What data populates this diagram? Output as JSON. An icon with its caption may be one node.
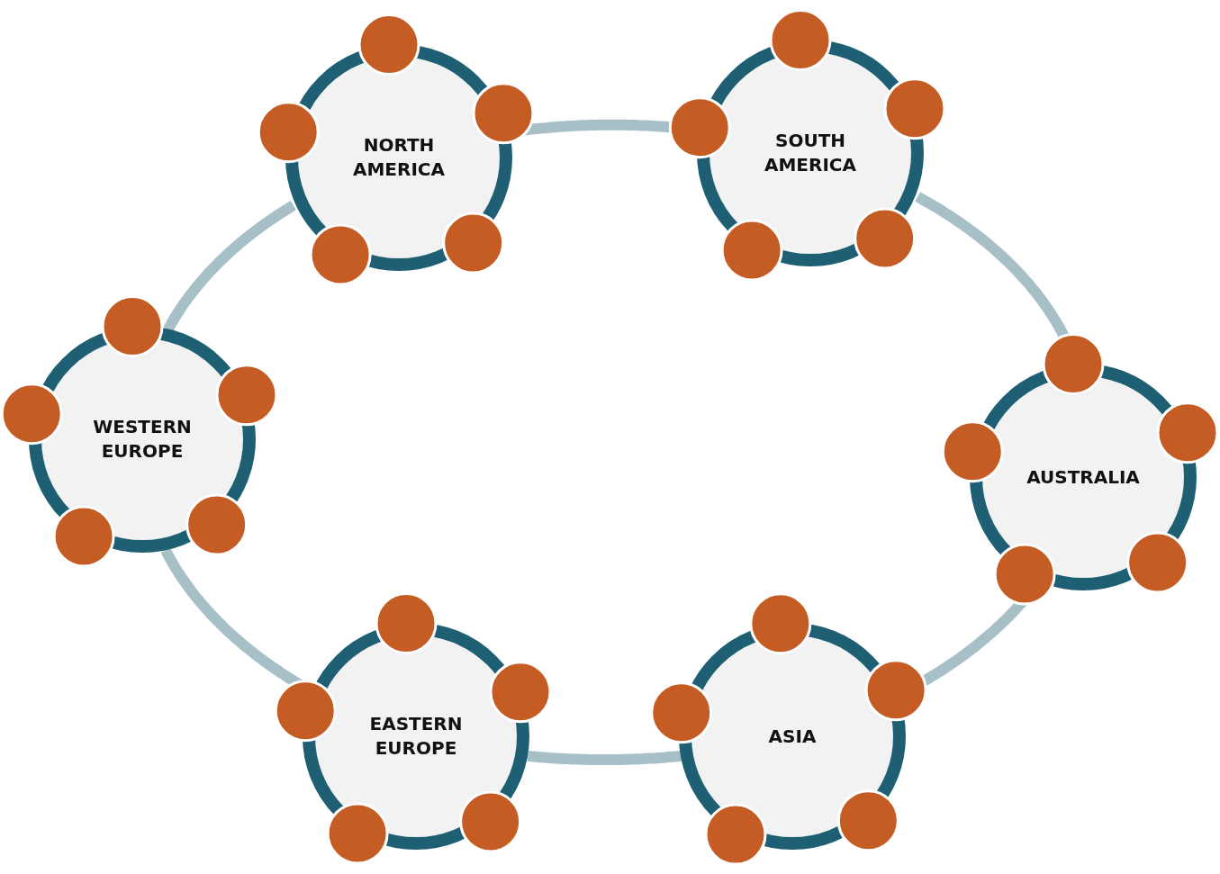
{
  "diagram": {
    "nodes": [
      {
        "text": [
          "NORTH AMERICA"
        ]
      },
      {
        "text": [
          "SOUTH AMERICA"
        ]
      },
      {
        "text": [
          "WESTERN EUROPE"
        ]
      },
      {
        "text": [
          "AUSTRALIA"
        ]
      },
      {
        "text": [
          "EASTERN EUROPE"
        ]
      },
      {
        "text": [
          "ASIA"
        ]
      }
    ],
    "edges": [
      {
        "from": 0,
        "to": 1,
        "arrow": "none"
      },
      {
        "from": 1,
        "to": 3,
        "arrow": "none"
      },
      {
        "from": 3,
        "to": 5,
        "arrow": "none"
      },
      {
        "from": 5,
        "to": 4,
        "arrow": "none"
      },
      {
        "from": 4,
        "to": 2,
        "arrow": "none"
      },
      {
        "from": 2,
        "to": 0,
        "arrow": "none"
      }
    ]
  }
}
